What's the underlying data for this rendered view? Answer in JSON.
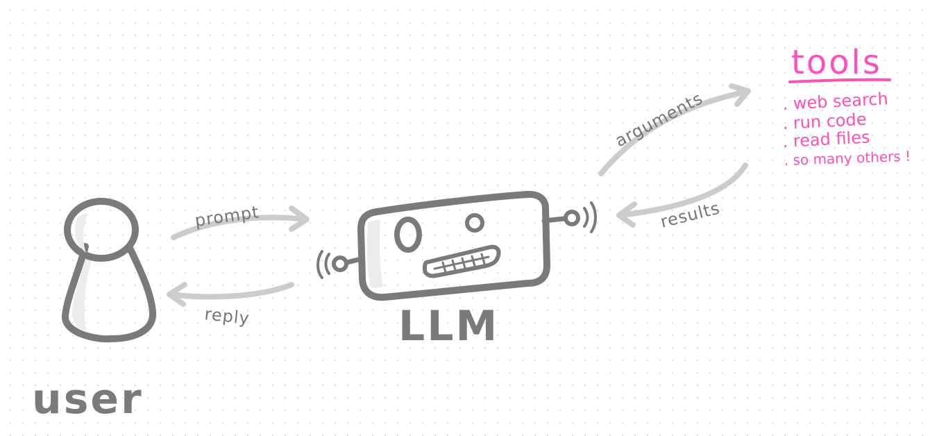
{
  "nodes": {
    "user": {
      "label": "user"
    },
    "llm": {
      "label": "LLM"
    },
    "tools": {
      "title": "tools",
      "items": [
        ". web search",
        ". run code",
        ". read files",
        ". so many others !"
      ]
    }
  },
  "edges": {
    "prompt": "prompt",
    "reply": "reply",
    "arguments": "arguments",
    "results": "results"
  },
  "colors": {
    "ink": "#7a7a7a",
    "arrow": "#cccccc",
    "accent": "#ff4fb8"
  }
}
